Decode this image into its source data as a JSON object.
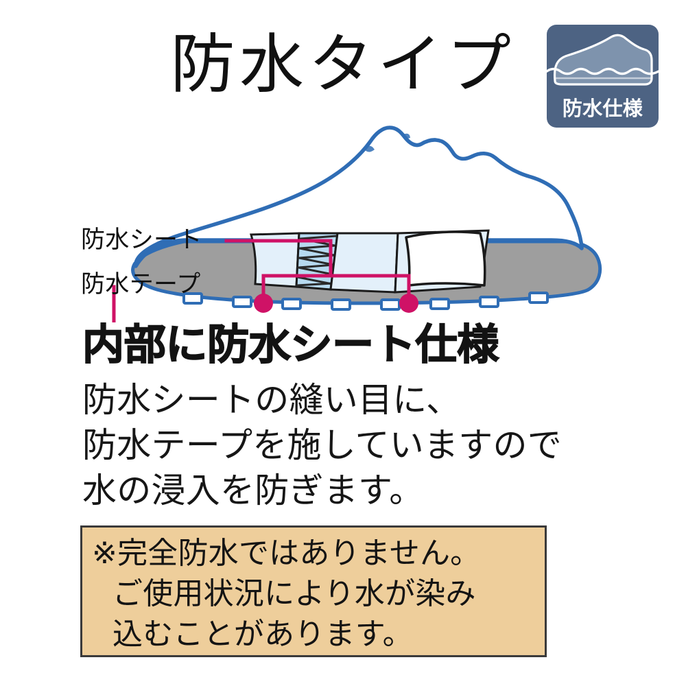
{
  "page": {
    "title": "防水タイプ",
    "background_color": "#ffffff"
  },
  "badge": {
    "label": "防水仕様",
    "icon": "shoe-in-water-icon",
    "background_color": "#4d6383",
    "shoe_fill": "#7e93ad",
    "outline_color": "#ffffff",
    "waterline_color": "#ffffff"
  },
  "diagram": {
    "name": "waterproof-shoe-cutaway-diagram",
    "callouts": [
      {
        "id": "sheet",
        "label": "防水シート"
      },
      {
        "id": "tape",
        "label": "防水テープ"
      }
    ],
    "colors": {
      "shoe_outline": "#2f6db5",
      "sole_fill": "#9e9e9e",
      "sheet_panel_fill": "#e3f0fa",
      "tape_fill": "#b7daf0",
      "stitch_line": "#2a2a2a",
      "leader_line": "#cf1266",
      "marker_dot": "#cf1266",
      "cutaway_outline": "#1b1b1b",
      "flap_fill": "#ffffff"
    },
    "marker_dots": [
      {
        "target": "sheet-panel-left"
      },
      {
        "target": "sheet-panel-right"
      },
      {
        "target": "waterproof-tape-strip"
      }
    ]
  },
  "headline": {
    "text": "内部に防水シート仕様"
  },
  "body": {
    "lines": [
      "防水シートの縫い目に、",
      "防水テープを施していますので",
      "水の浸入を防ぎます。"
    ]
  },
  "notice": {
    "background_color": "#eece9b",
    "border_color": "#3a3a3a",
    "lines": [
      "※完全防水ではありません。",
      "ご使用状況により水が染み",
      "込むことがあります。"
    ]
  }
}
